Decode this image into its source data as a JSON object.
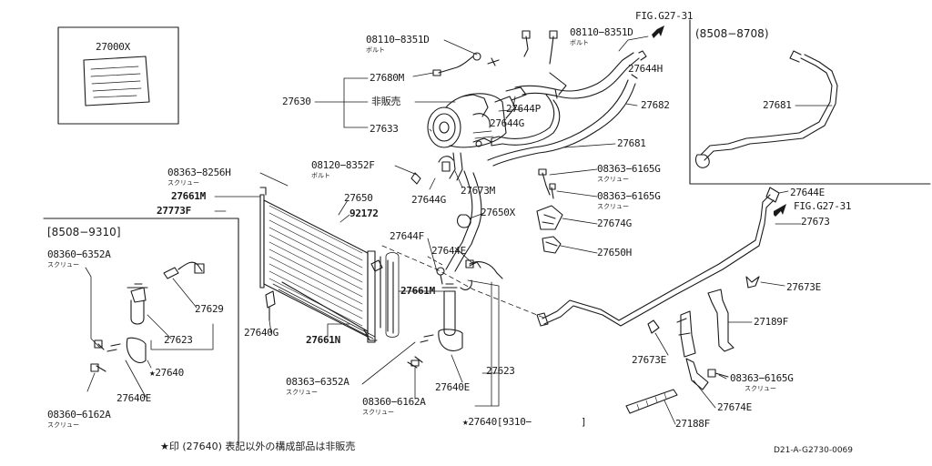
{
  "labels": {
    "p27000x": "27000X",
    "bolt1": "08110−8351D",
    "bolt1_sub": "ボルト",
    "bolt2": "08110−8351D",
    "bolt2_sub": "ボルト",
    "fig_top": "FIG.G27-31",
    "p27644h": "27644H",
    "p27680m": "27680M",
    "p27630": "27630",
    "hihanbai": "非販売",
    "p27633": "27633",
    "p27644p": "27644P",
    "p27644g_a": "27644G",
    "p27682": "27682",
    "p27681_main": "27681",
    "scr_8256h": "08363−8256H",
    "scr_8256h_sub": "スクリュー",
    "bolt_8352f": "08120−8352F",
    "bolt_8352f_sub": "ボルト",
    "p27644g_b": "27644G",
    "p27673m": "27673M",
    "p27661m_a": "27661M",
    "p27773f": "27773F",
    "p27650": "27650",
    "p92172": "92172",
    "p27650x": "27650X",
    "scr_6165g_a": "08363−6165G",
    "scr_6165g_a_sub": "スクリュー",
    "scr_6165g_b": "08363−6165G",
    "scr_6165g_b_sub": "スクリュー",
    "p27674g": "27674G",
    "p27650h": "27650H",
    "p27644f": "27644F",
    "p27644e_a": "27644E",
    "p27661m_b": "27661M",
    "p27640g": "27640G",
    "p27661n": "27661N",
    "scr_6352a": "08363−6352A",
    "scr_6352a_sub": "スクリュー",
    "scr_6162a": "08360−6162A",
    "scr_6162a_sub": "スクリュー",
    "p27640e": "27640E",
    "p27623": "27623",
    "p27640_range": "★27640[9310−",
    "p27640_range_end": "]",
    "range_8508_8708": "(8508−8708)",
    "p27681_inset": "27681",
    "p27644e_b": "27644E",
    "fig_right": "FIG.G27-31",
    "p27673": "27673",
    "p27673e_a": "27673E",
    "p27189f": "27189F",
    "p27673e_b": "27673E",
    "scr_6165g_c": "08363−6165G",
    "scr_6165g_c_sub": "スクリュー",
    "p27674e": "27674E",
    "p27188f": "27188F",
    "left_range": "[8508−9310]",
    "left_6352a": "08360−6352A",
    "left_6352a_sub": "スクリュー",
    "left_27629": "27629",
    "left_27623": "27623",
    "left_27640": "★27640",
    "left_27640e": "27640E",
    "left_6162a": "08360−6162A",
    "left_6162a_sub": "スクリュー",
    "footnote": "★印 (27640) 表記以外の構成部品は非販売",
    "drawing_code": "D21-A-G2730-0069"
  }
}
